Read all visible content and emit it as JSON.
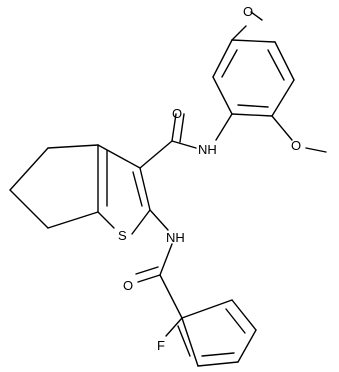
{
  "atom_labels": {
    "o_methoxy_top": "O",
    "o_amide_upper": "O",
    "nh_upper": "NH",
    "o_methoxy_lower": "O",
    "s_thiophene": "S",
    "nh_lower": "NH",
    "o_amide_lower": "O",
    "f_fluoro": "F"
  }
}
